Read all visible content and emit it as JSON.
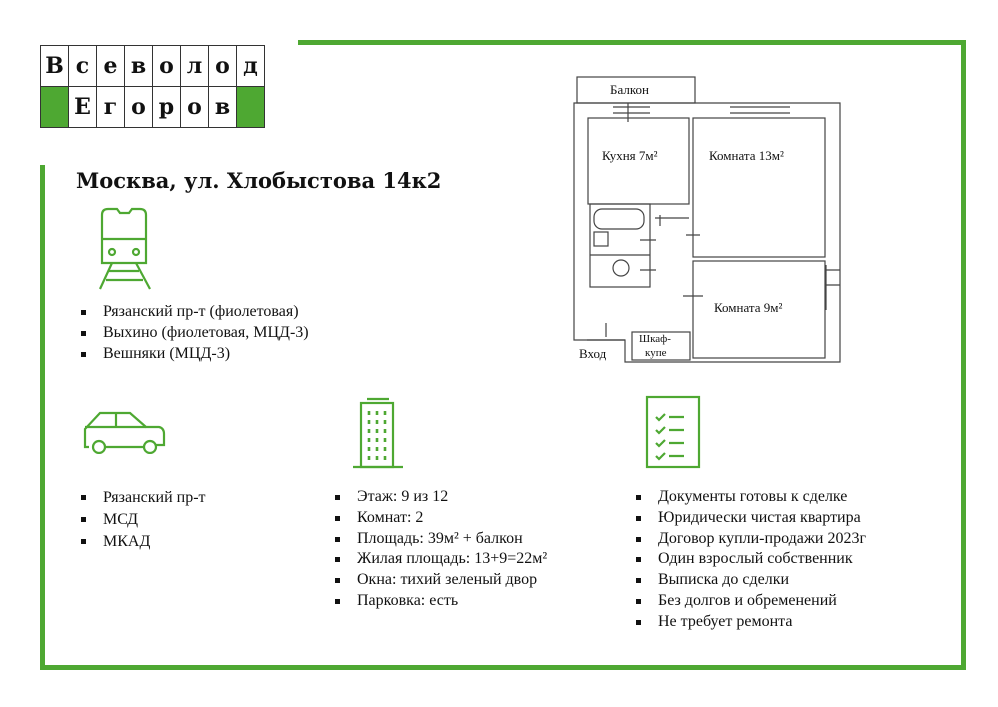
{
  "logo": {
    "first_name_letters": [
      "В",
      "с",
      "е",
      "в",
      "о",
      "л",
      "о",
      "д"
    ],
    "last_name_letters": [
      "Е",
      "г",
      "о",
      "р",
      "о",
      "в"
    ]
  },
  "address": "Москва, ул. Хлобыстова 14к2",
  "metro": {
    "icon": "train-icon",
    "items": [
      "Рязанский пр-т (фиолетовая)",
      "Выхино (фиолетовая, МЦД-3)",
      "Вешняки (МЦД-3)"
    ]
  },
  "roads": {
    "icon": "car-icon",
    "items": [
      "Рязанский пр-т",
      "МСД",
      "МКАД"
    ]
  },
  "apartment": {
    "icon": "building-icon",
    "items": [
      "Этаж: 9 из 12",
      "Комнат: 2",
      "Площадь: 39м² + балкон",
      "Жилая площадь: 13+9=22м²",
      "Окна: тихий зеленый двор",
      "Парковка: есть"
    ]
  },
  "documents": {
    "icon": "checklist-icon",
    "items": [
      "Документы готовы к сделке",
      "Юридически чистая квартира",
      "Договор купли-продажи 2023г",
      "Один взрослый собственник",
      "Выписка до сделки",
      "Без долгов и обременений",
      "Не требует ремонта"
    ]
  },
  "floorplan": {
    "balcony": "Балкон",
    "kitchen": "Кухня 7м²",
    "room1": "Комната 13м²",
    "room2": "Комната 9м²",
    "closet_line1": "Шкаф-",
    "closet_line2": "купе",
    "entrance": "Вход"
  },
  "colors": {
    "accent": "#4ea832"
  }
}
